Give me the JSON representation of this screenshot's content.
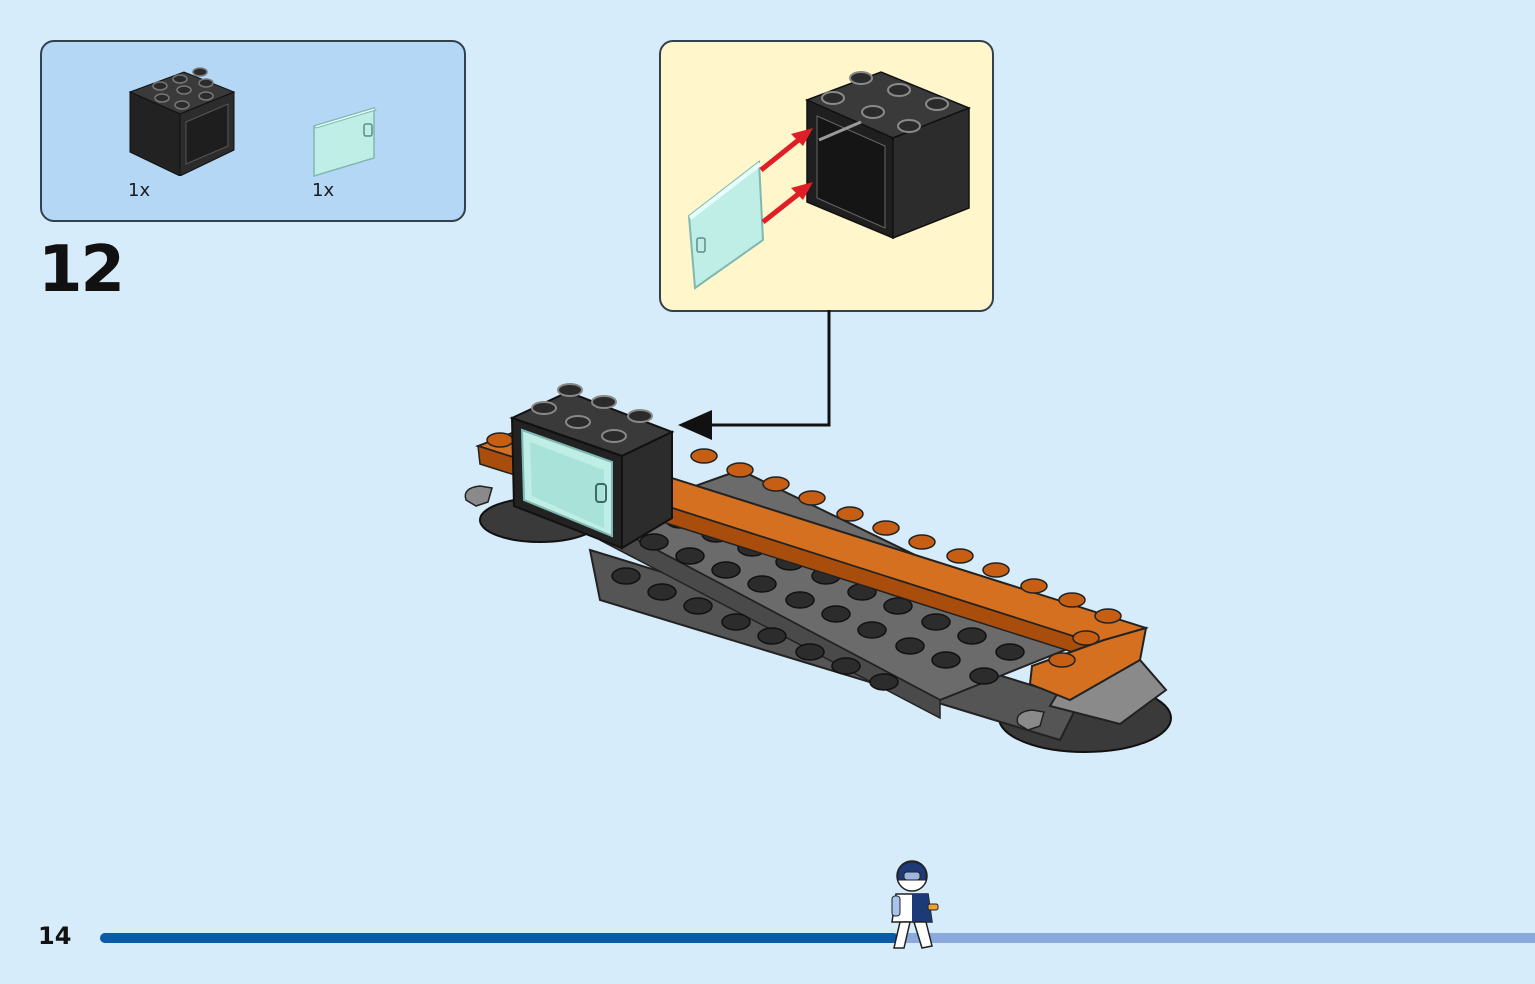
{
  "parts_list": {
    "items": [
      {
        "name": "black-brick-2x2x2",
        "quantity": "1x"
      },
      {
        "name": "trans-light-blue-glass-pane",
        "quantity": "1x"
      }
    ]
  },
  "step": {
    "number": "12"
  },
  "footer": {
    "page_number": "14"
  },
  "progress": {
    "fraction": 0.556
  },
  "colors": {
    "background": "#d6ecfb",
    "parts_panel": "#b3d7f5",
    "callout": "#fff6cc",
    "brick_black": "#2b2b2b",
    "plate_orange": "#c65f14",
    "hull_gray": "#6b6b6b",
    "glass": "#bfeee6",
    "arrow_red": "#e01e25",
    "progress_done": "#0a5aa8",
    "progress_todo": "#8aa9dc"
  },
  "icons": {
    "arrow": "arrow-left-icon",
    "minifigure": "astronaut-minifigure-icon"
  }
}
